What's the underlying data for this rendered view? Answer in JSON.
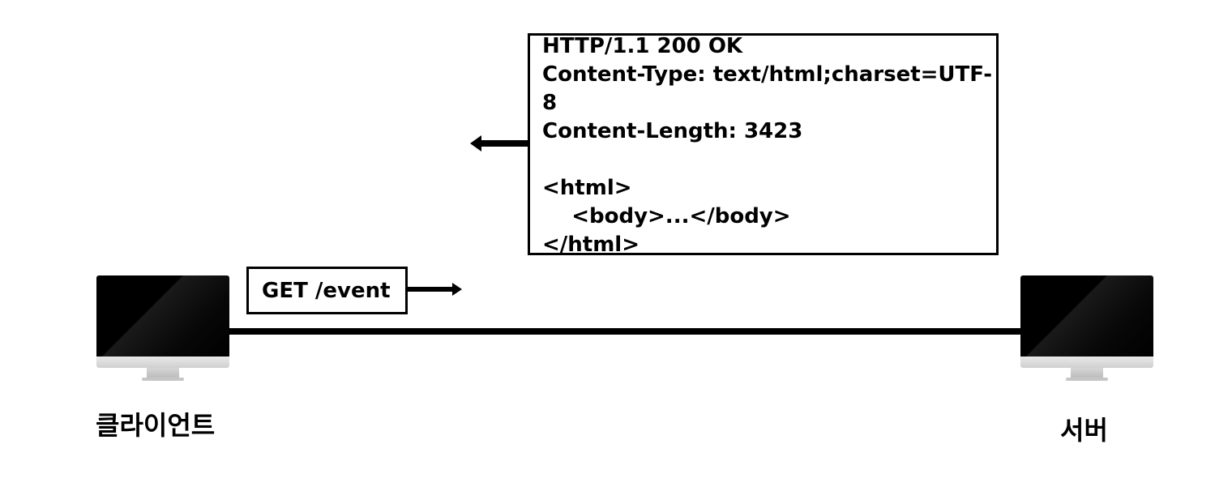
{
  "client": {
    "label": "클라이언트"
  },
  "server": {
    "label": "서버"
  },
  "request": {
    "text": "GET /event"
  },
  "response": {
    "lines": [
      "HTTP/1.1 200 OK",
      "Content-Type: text/html;charset=UTF-",
      "8",
      "Content-Length: 3423",
      "",
      "<html>",
      "    <body>...</body>",
      "</html>"
    ]
  }
}
